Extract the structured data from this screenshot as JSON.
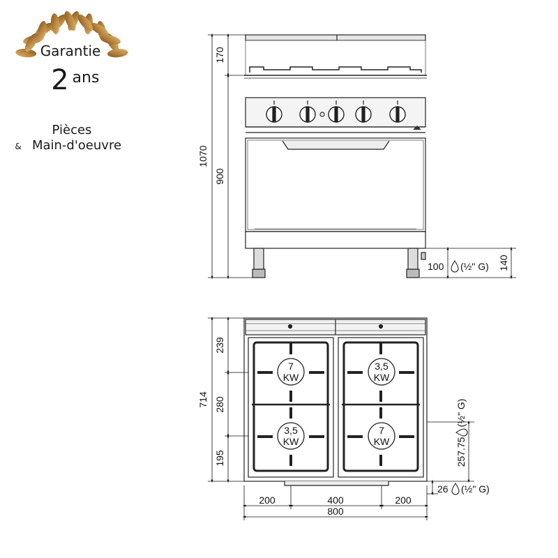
{
  "badge": {
    "line1": "Garantie",
    "number": "2",
    "unit": "ans",
    "line3": "Pièces",
    "amp": "&",
    "line4": "Main-d'oeuvre",
    "laurel_color": "#b8863f"
  },
  "front_view": {
    "dim_total_height": "1070",
    "dim_top": "170",
    "dim_body": "900",
    "dim_gas_height": "100",
    "gas_label": "(½\" G)",
    "dim_feet": "140"
  },
  "top_view": {
    "dim_depth": "714",
    "dim_back": "239",
    "dim_middle": "280",
    "dim_front": "195",
    "dim_gas_side": "257.75",
    "gas_side_label": "(½\" G)",
    "dim_gas_bottom": "26",
    "gas_bottom_label": "(½\" G)",
    "dim_left": "200",
    "dim_center": "400",
    "dim_right": "200",
    "dim_width": "800",
    "burners": [
      {
        "power": "7",
        "unit": "KW"
      },
      {
        "power": "3,5",
        "unit": "KW"
      },
      {
        "power": "3,5",
        "unit": "KW"
      },
      {
        "power": "7",
        "unit": "KW"
      }
    ]
  }
}
